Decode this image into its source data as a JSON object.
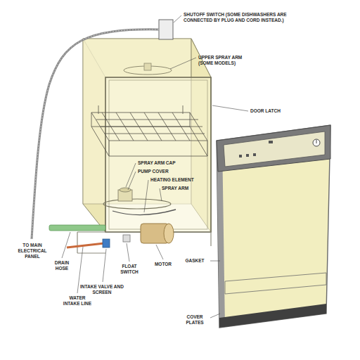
{
  "diagram": {
    "labels": [
      "SHUTOFF SWITCH (SOME DISHWASHERS ARE CONNECTED BY PLUG AND CORD INSTEAD.)",
      "UPPER SPRAY ARM (SOME MODELS)",
      "DOOR LATCH",
      "SPRAY ARM CAP",
      "PUMP COVER",
      "HEATING ELEMENT",
      "SPRAY ARM",
      "TO MAIN ELECTRICAL PANEL",
      "DRAIN HOSE",
      "FLOAT SWITCH",
      "MOTOR",
      "INTAKE VALVE AND SCREEN",
      "WATER INTAKE LINE",
      "GASKET",
      "COVER PLATES"
    ]
  }
}
